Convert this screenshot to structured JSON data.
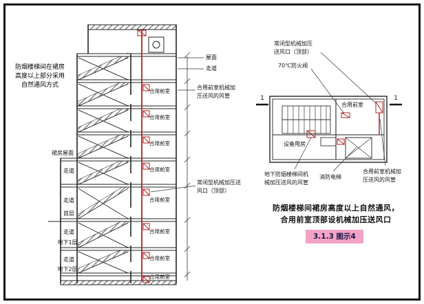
{
  "colors": {
    "line": "#2a2a2a",
    "red": "#b22222",
    "highlight": "#f3a3c5"
  },
  "section_view": {
    "note_left": [
      "防烟楼梯间在裙房",
      "高度以上部分采用",
      "自然通风方式"
    ],
    "podium_roof_label": "裙房屋面",
    "floor_labels": [
      "走道",
      "走道",
      "首层",
      "走道",
      "地下1层",
      "走道",
      "地下2层"
    ],
    "roof_label": "屋面",
    "corridor_label": "走道",
    "duct_note": [
      "合用前室机械加",
      "压送风的风管"
    ],
    "outlet_note": [
      "常闭型机械加压送",
      "风口（顶部）"
    ],
    "room_labels": [
      "合用前室",
      "合用前室",
      "合用前室",
      "合用前室",
      "合用前室",
      "合用前室",
      "合用前室",
      "合用前室"
    ]
  },
  "plan_view": {
    "outlet_note": [
      "常闭型机械加压",
      "送风口（顶部）"
    ],
    "damper_note": "70℃防火阀",
    "lobby_label": "合用前室",
    "equipment_label": "设备用房",
    "stair_duct_note": [
      "地下防烟楼梯间机",
      "械加压送风的风管"
    ],
    "elevator_label": "消防电梯",
    "lobby_duct_note": [
      "合用前室机械加",
      "压送风的风管"
    ],
    "section_mark": "1"
  },
  "caption": {
    "line1": "防烟楼梯间裙房高度以上自然通风，",
    "line2": "合用前室顶部设机械加压送风口",
    "figure_tag": "3.1.3 图示4"
  }
}
